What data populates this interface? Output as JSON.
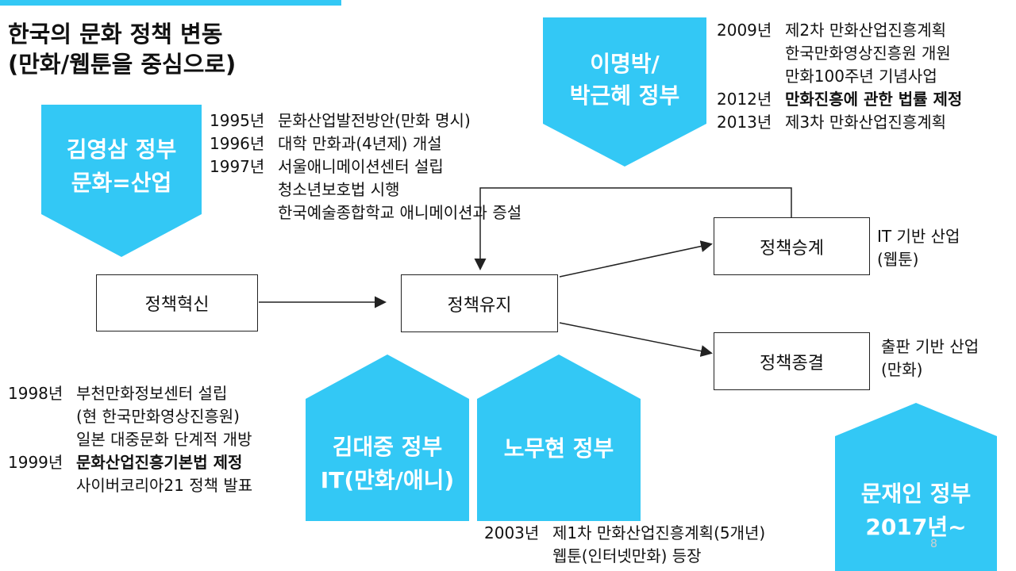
{
  "title": {
    "line1": "한국의 문화 정책 변동",
    "line2": "(만화/웹툰을 중심으로)"
  },
  "governments": {
    "kim_ys": {
      "line1": "김영삼 정부",
      "line2": "문화=산업"
    },
    "lee_park": {
      "line1": "이명박/",
      "line2": "박근혜 정부"
    },
    "kim_dj": {
      "line1": "김대중 정부",
      "line2": "IT(만화/애니)"
    },
    "roh": {
      "line1": "노무현 정부"
    },
    "moon": {
      "line1": "문재인 정부",
      "line2": "2017년~"
    }
  },
  "policy_boxes": {
    "innovation": "정책혁신",
    "maintenance": "정책유지",
    "succession": "정책승계",
    "termination": "정책종결"
  },
  "side_labels": {
    "succession_1": "IT 기반 산업",
    "succession_2": "(웹툰)",
    "termination_1": "출판 기반 산업",
    "termination_2": "(만화)"
  },
  "timeline_1990s": [
    {
      "year": "1995년",
      "text": "문화산업발전방안(만화 명시)"
    },
    {
      "year": "1996년",
      "text": "대학 만화과(4년제) 개설"
    },
    {
      "year": "1997년",
      "text": "서울애니메이션센터 설립"
    },
    {
      "year": "",
      "text": "청소년보호법 시행"
    },
    {
      "year": "",
      "text": "한국예술종합학교 애니메이션과 증설"
    }
  ],
  "timeline_2009": [
    {
      "year": "2009년",
      "text": "제2차 만화산업진흥계획",
      "bold": false
    },
    {
      "year": "",
      "text": "한국만화영상진흥원 개원",
      "bold": false
    },
    {
      "year": "",
      "text": "만화100주년 기념사업",
      "bold": false
    },
    {
      "year": "2012년",
      "text": "만화진흥에 관한 법률 제정",
      "bold": true
    },
    {
      "year": "2013년",
      "text": "제3차 만화산업진흥계획",
      "bold": false
    }
  ],
  "timeline_1998": [
    {
      "year": "1998년",
      "text": "부천만화정보센터 설립",
      "bold": false
    },
    {
      "year": "",
      "text": "(현 한국만화영상진흥원)",
      "bold": false
    },
    {
      "year": "",
      "text": "일본 대중문화 단계적 개방",
      "bold": false
    },
    {
      "year": "1999년",
      "text": "문화산업진흥기본법 제정",
      "bold": true
    },
    {
      "year": "",
      "text": "사이버코리아21 정책 발표",
      "bold": false
    }
  ],
  "timeline_2003": [
    {
      "year": "2003년",
      "text": "제1차 만화산업진흥계획(5개년)"
    },
    {
      "year": "",
      "text": "웹툰(인터넷만화) 등장"
    }
  ],
  "page_number": "8",
  "colors": {
    "accent": "#33c8f5"
  }
}
